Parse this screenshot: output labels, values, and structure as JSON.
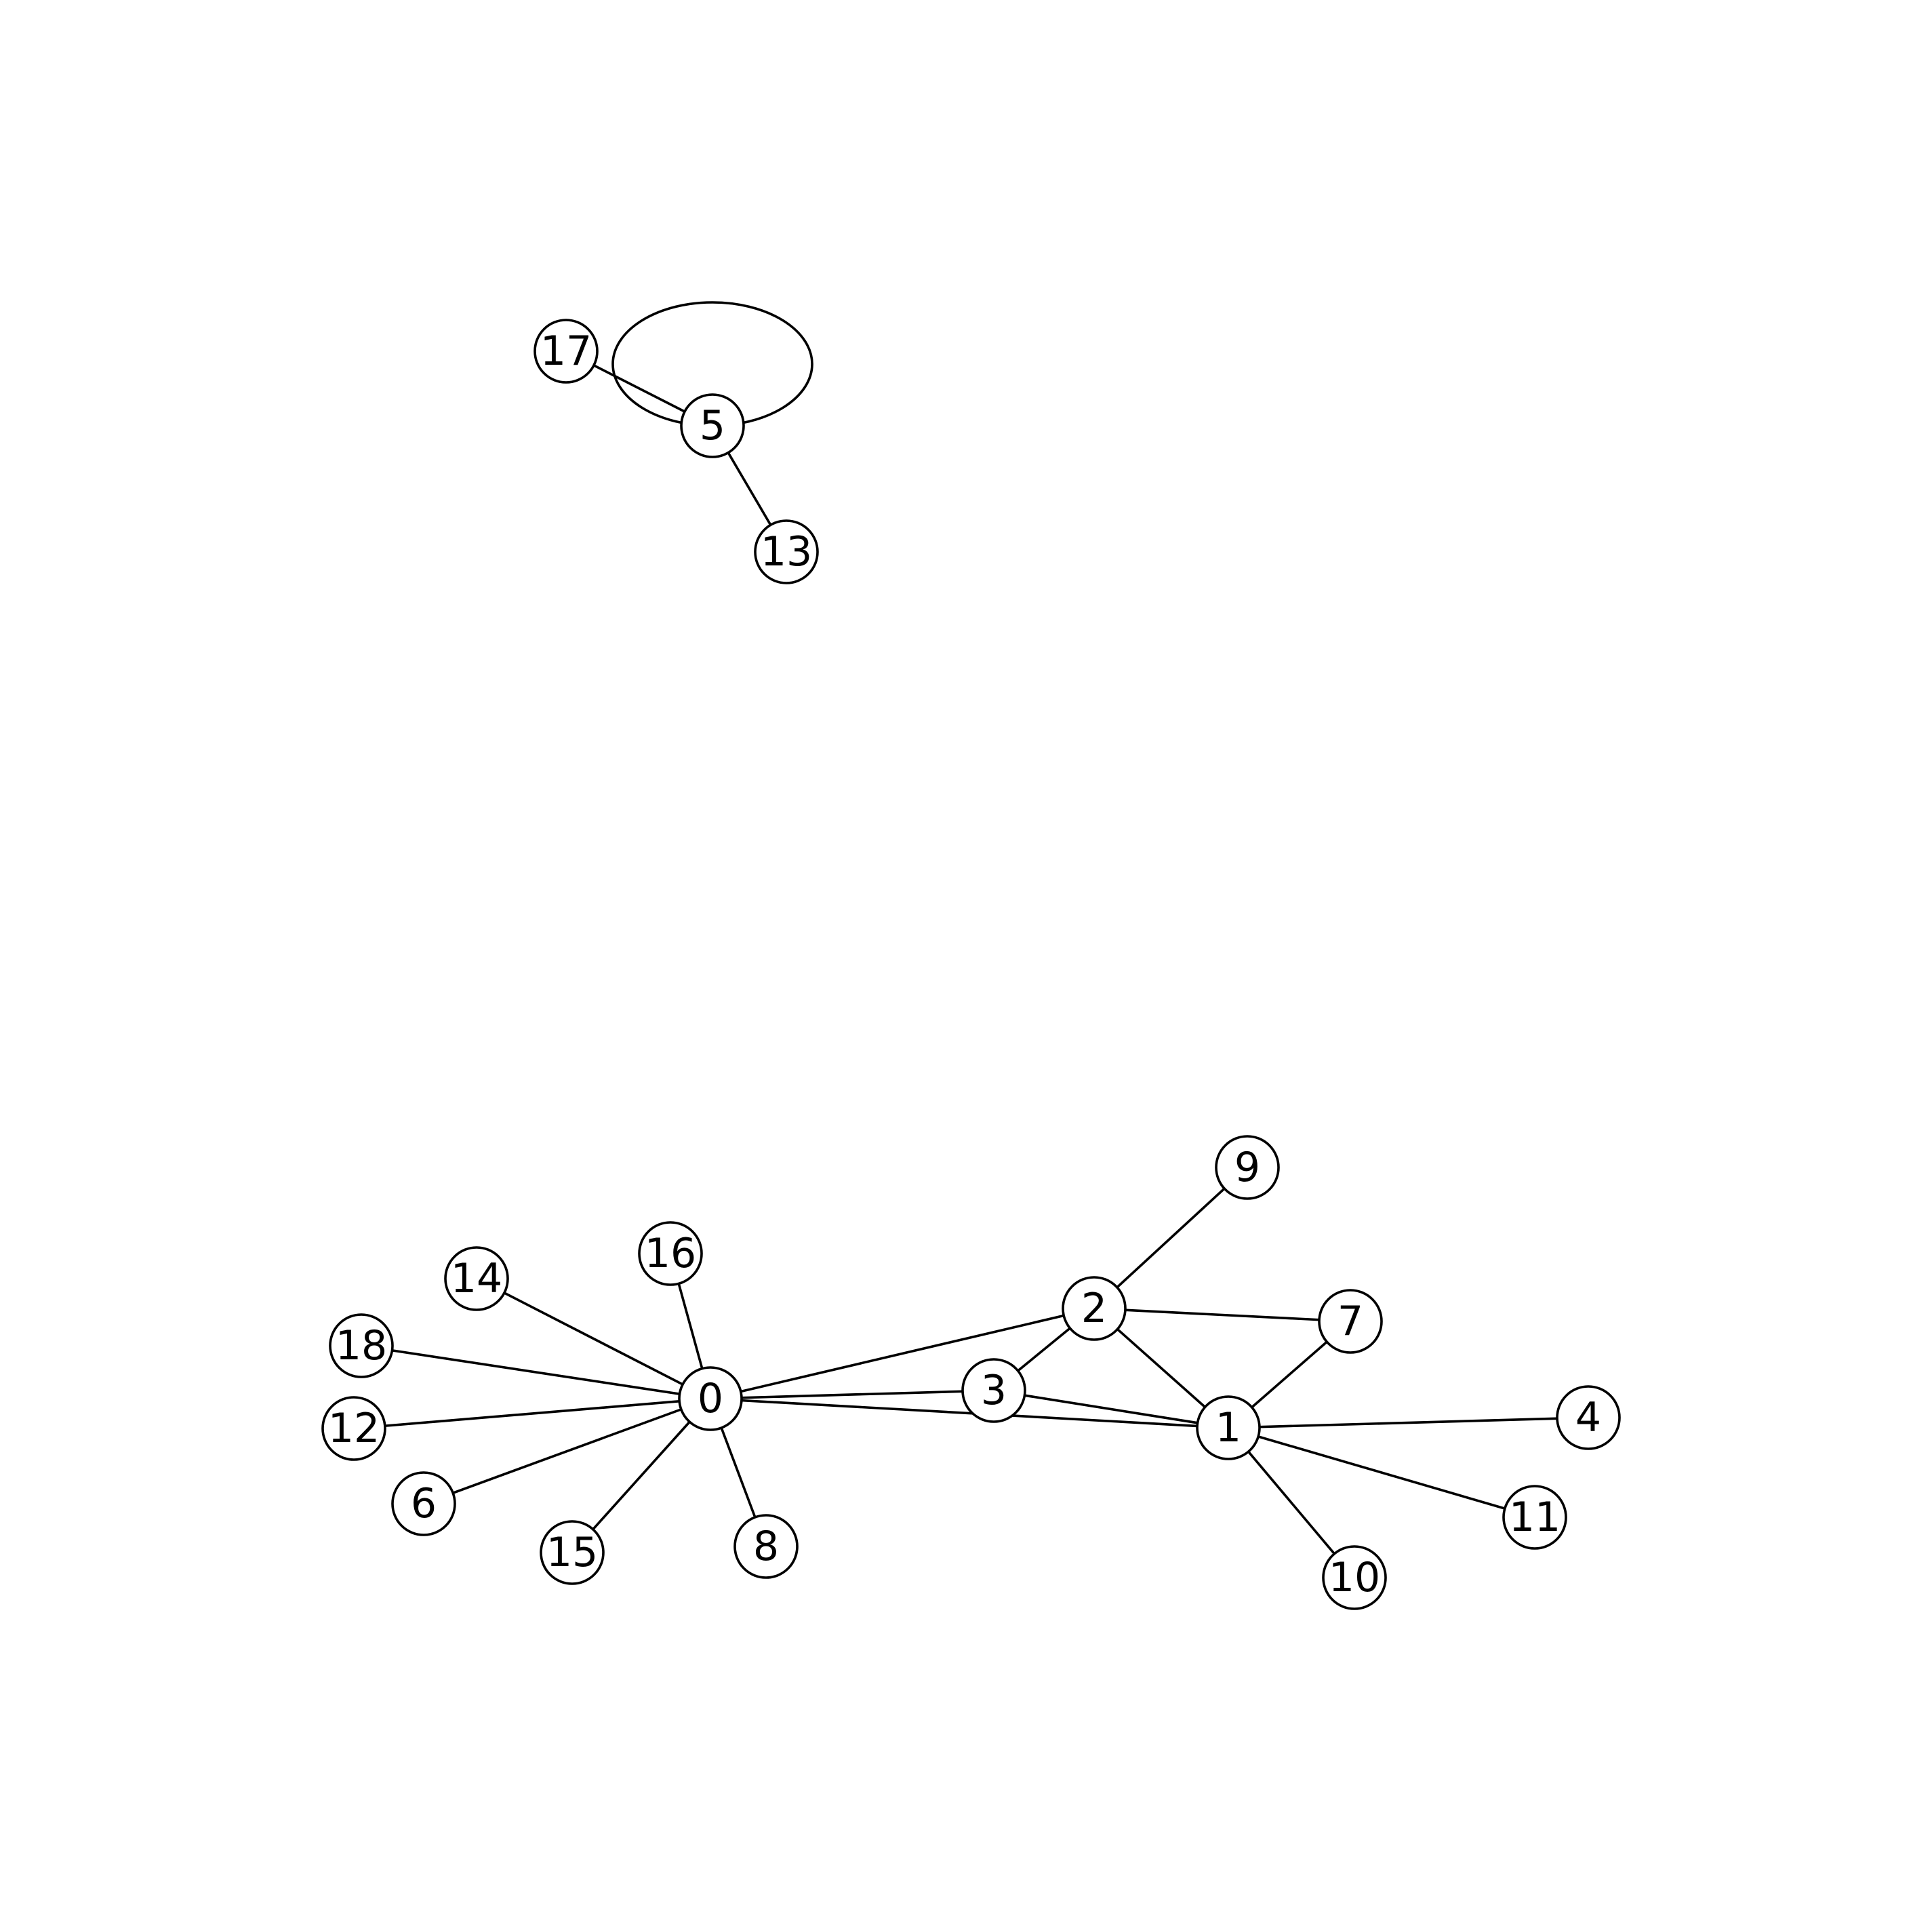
{
  "graph": {
    "nodes": [
      {
        "id": "0",
        "label": "0"
      },
      {
        "id": "1",
        "label": "1"
      },
      {
        "id": "2",
        "label": "2"
      },
      {
        "id": "3",
        "label": "3"
      },
      {
        "id": "4",
        "label": "4"
      },
      {
        "id": "5",
        "label": "5"
      },
      {
        "id": "6",
        "label": "6"
      },
      {
        "id": "7",
        "label": "7"
      },
      {
        "id": "8",
        "label": "8"
      },
      {
        "id": "9",
        "label": "9"
      },
      {
        "id": "10",
        "label": "10"
      },
      {
        "id": "11",
        "label": "11"
      },
      {
        "id": "12",
        "label": "12"
      },
      {
        "id": "13",
        "label": "13"
      },
      {
        "id": "14",
        "label": "14"
      },
      {
        "id": "15",
        "label": "15"
      },
      {
        "id": "16",
        "label": "16"
      },
      {
        "id": "17",
        "label": "17"
      },
      {
        "id": "18",
        "label": "18"
      }
    ],
    "edges": [
      [
        "0",
        "2"
      ],
      [
        "0",
        "3"
      ],
      [
        "0",
        "1"
      ],
      [
        "0",
        "16"
      ],
      [
        "0",
        "14"
      ],
      [
        "0",
        "18"
      ],
      [
        "0",
        "12"
      ],
      [
        "0",
        "6"
      ],
      [
        "0",
        "15"
      ],
      [
        "0",
        "8"
      ],
      [
        "2",
        "3"
      ],
      [
        "2",
        "9"
      ],
      [
        "2",
        "7"
      ],
      [
        "2",
        "1"
      ],
      [
        "3",
        "1"
      ],
      [
        "1",
        "7"
      ],
      [
        "1",
        "4"
      ],
      [
        "1",
        "11"
      ],
      [
        "1",
        "10"
      ],
      [
        "5",
        "17"
      ],
      [
        "5",
        "13"
      ],
      [
        "5",
        "5"
      ]
    ]
  }
}
